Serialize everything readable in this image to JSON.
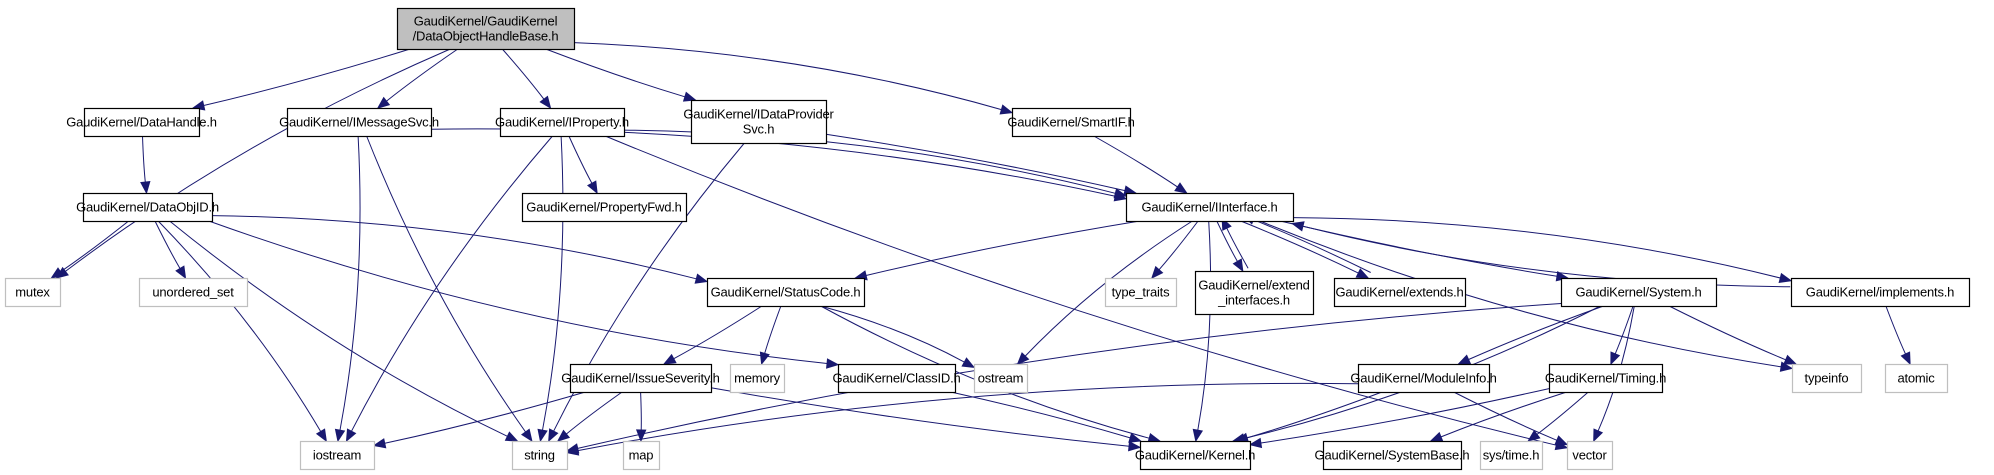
{
  "title": "Include dependency graph for GaudiKernel/GaudiKernel/DataObjectHandleBase.h",
  "colors": {
    "edge": "#191970",
    "root_fill": "#bfbfbf",
    "local_border": "#000000",
    "system_border": "#bfbfbf"
  },
  "nodes": [
    {
      "id": "root",
      "kind": "root",
      "lines": [
        "GaudiKernel/GaudiKernel",
        "/DataObjectHandleBase.h"
      ]
    },
    {
      "id": "datahandle",
      "kind": "local",
      "lines": [
        "GaudiKernel/DataHandle.h"
      ]
    },
    {
      "id": "imessagesvc",
      "kind": "local",
      "lines": [
        "GaudiKernel/IMessageSvc.h"
      ]
    },
    {
      "id": "iproperty",
      "kind": "local",
      "lines": [
        "GaudiKernel/IProperty.h"
      ]
    },
    {
      "id": "idataprovidersvc",
      "kind": "local",
      "lines": [
        "GaudiKernel/IDataProvider",
        "Svc.h"
      ]
    },
    {
      "id": "smartif",
      "kind": "local",
      "lines": [
        "GaudiKernel/SmartIF.h"
      ]
    },
    {
      "id": "dataobjid",
      "kind": "local",
      "lines": [
        "GaudiKernel/DataObjID.h"
      ]
    },
    {
      "id": "propertyfwd",
      "kind": "local",
      "lines": [
        "GaudiKernel/PropertyFwd.h"
      ]
    },
    {
      "id": "iinterface",
      "kind": "local",
      "lines": [
        "GaudiKernel/IInterface.h"
      ]
    },
    {
      "id": "mutex",
      "kind": "system",
      "lines": [
        "mutex"
      ]
    },
    {
      "id": "unordered_set",
      "kind": "system",
      "lines": [
        "unordered_set"
      ]
    },
    {
      "id": "statuscode",
      "kind": "local",
      "lines": [
        "GaudiKernel/StatusCode.h"
      ]
    },
    {
      "id": "type_traits",
      "kind": "system",
      "lines": [
        "type_traits"
      ]
    },
    {
      "id": "extend_interfaces",
      "kind": "local",
      "lines": [
        "GaudiKernel/extend",
        "_interfaces.h"
      ]
    },
    {
      "id": "extends",
      "kind": "local",
      "lines": [
        "GaudiKernel/extends.h"
      ]
    },
    {
      "id": "system",
      "kind": "local",
      "lines": [
        "GaudiKernel/System.h"
      ]
    },
    {
      "id": "implements",
      "kind": "local",
      "lines": [
        "GaudiKernel/implements.h"
      ]
    },
    {
      "id": "issueseverity",
      "kind": "local",
      "lines": [
        "GaudiKernel/IssueSeverity.h"
      ]
    },
    {
      "id": "memory",
      "kind": "system",
      "lines": [
        "memory"
      ]
    },
    {
      "id": "classid",
      "kind": "local",
      "lines": [
        "GaudiKernel/ClassID.h"
      ]
    },
    {
      "id": "ostream",
      "kind": "system",
      "lines": [
        "ostream"
      ]
    },
    {
      "id": "moduleinfo",
      "kind": "local",
      "lines": [
        "GaudiKernel/ModuleInfo.h"
      ]
    },
    {
      "id": "timing",
      "kind": "local",
      "lines": [
        "GaudiKernel/Timing.h"
      ]
    },
    {
      "id": "typeinfo",
      "kind": "system",
      "lines": [
        "typeinfo"
      ]
    },
    {
      "id": "atomic",
      "kind": "system",
      "lines": [
        "atomic"
      ]
    },
    {
      "id": "iostream",
      "kind": "system",
      "lines": [
        "iostream"
      ]
    },
    {
      "id": "string",
      "kind": "system",
      "lines": [
        "string"
      ]
    },
    {
      "id": "map",
      "kind": "system",
      "lines": [
        "map"
      ]
    },
    {
      "id": "kernel",
      "kind": "local",
      "lines": [
        "GaudiKernel/Kernel.h"
      ]
    },
    {
      "id": "systembase",
      "kind": "local",
      "lines": [
        "GaudiKernel/SystemBase.h"
      ]
    },
    {
      "id": "systime",
      "kind": "system",
      "lines": [
        "sys/time.h"
      ]
    },
    {
      "id": "vector",
      "kind": "system",
      "lines": [
        "vector"
      ]
    }
  ],
  "edges": [
    [
      "root",
      "mutex"
    ],
    [
      "root",
      "datahandle"
    ],
    [
      "root",
      "imessagesvc"
    ],
    [
      "root",
      "iproperty"
    ],
    [
      "root",
      "idataprovidersvc"
    ],
    [
      "root",
      "smartif"
    ],
    [
      "datahandle",
      "dataobjid"
    ],
    [
      "dataobjid",
      "mutex"
    ],
    [
      "dataobjid",
      "unordered_set"
    ],
    [
      "dataobjid",
      "iostream"
    ],
    [
      "dataobjid",
      "string"
    ],
    [
      "dataobjid",
      "statuscode"
    ],
    [
      "dataobjid",
      "classid"
    ],
    [
      "imessagesvc",
      "iostream"
    ],
    [
      "imessagesvc",
      "string"
    ],
    [
      "imessagesvc",
      "iinterface"
    ],
    [
      "iproperty",
      "propertyfwd"
    ],
    [
      "iproperty",
      "iinterface"
    ],
    [
      "iproperty",
      "iostream"
    ],
    [
      "iproperty",
      "string"
    ],
    [
      "iproperty",
      "vector"
    ],
    [
      "idataprovidersvc",
      "iinterface"
    ],
    [
      "idataprovidersvc",
      "string"
    ],
    [
      "smartif",
      "iinterface"
    ],
    [
      "iinterface",
      "statuscode"
    ],
    [
      "iinterface",
      "type_traits"
    ],
    [
      "iinterface",
      "extend_interfaces"
    ],
    [
      "iinterface",
      "extends"
    ],
    [
      "iinterface",
      "system"
    ],
    [
      "iinterface",
      "implements"
    ],
    [
      "iinterface",
      "ostream"
    ],
    [
      "iinterface",
      "kernel"
    ],
    [
      "iinterface",
      "typeinfo"
    ],
    [
      "extend_interfaces",
      "iinterface"
    ],
    [
      "extends",
      "iinterface"
    ],
    [
      "implements",
      "iinterface"
    ],
    [
      "implements",
      "atomic"
    ],
    [
      "statuscode",
      "issueseverity"
    ],
    [
      "statuscode",
      "memory"
    ],
    [
      "statuscode",
      "ostream"
    ],
    [
      "statuscode",
      "kernel"
    ],
    [
      "issueseverity",
      "iostream"
    ],
    [
      "issueseverity",
      "string"
    ],
    [
      "issueseverity",
      "map"
    ],
    [
      "issueseverity",
      "kernel"
    ],
    [
      "classid",
      "kernel"
    ],
    [
      "system",
      "moduleinfo"
    ],
    [
      "system",
      "timing"
    ],
    [
      "system",
      "typeinfo"
    ],
    [
      "system",
      "vector"
    ],
    [
      "system",
      "string"
    ],
    [
      "system",
      "kernel"
    ],
    [
      "moduleinfo",
      "string"
    ],
    [
      "moduleinfo",
      "kernel"
    ],
    [
      "moduleinfo",
      "vector"
    ],
    [
      "timing",
      "kernel"
    ],
    [
      "timing",
      "systembase"
    ],
    [
      "timing",
      "systime"
    ]
  ]
}
